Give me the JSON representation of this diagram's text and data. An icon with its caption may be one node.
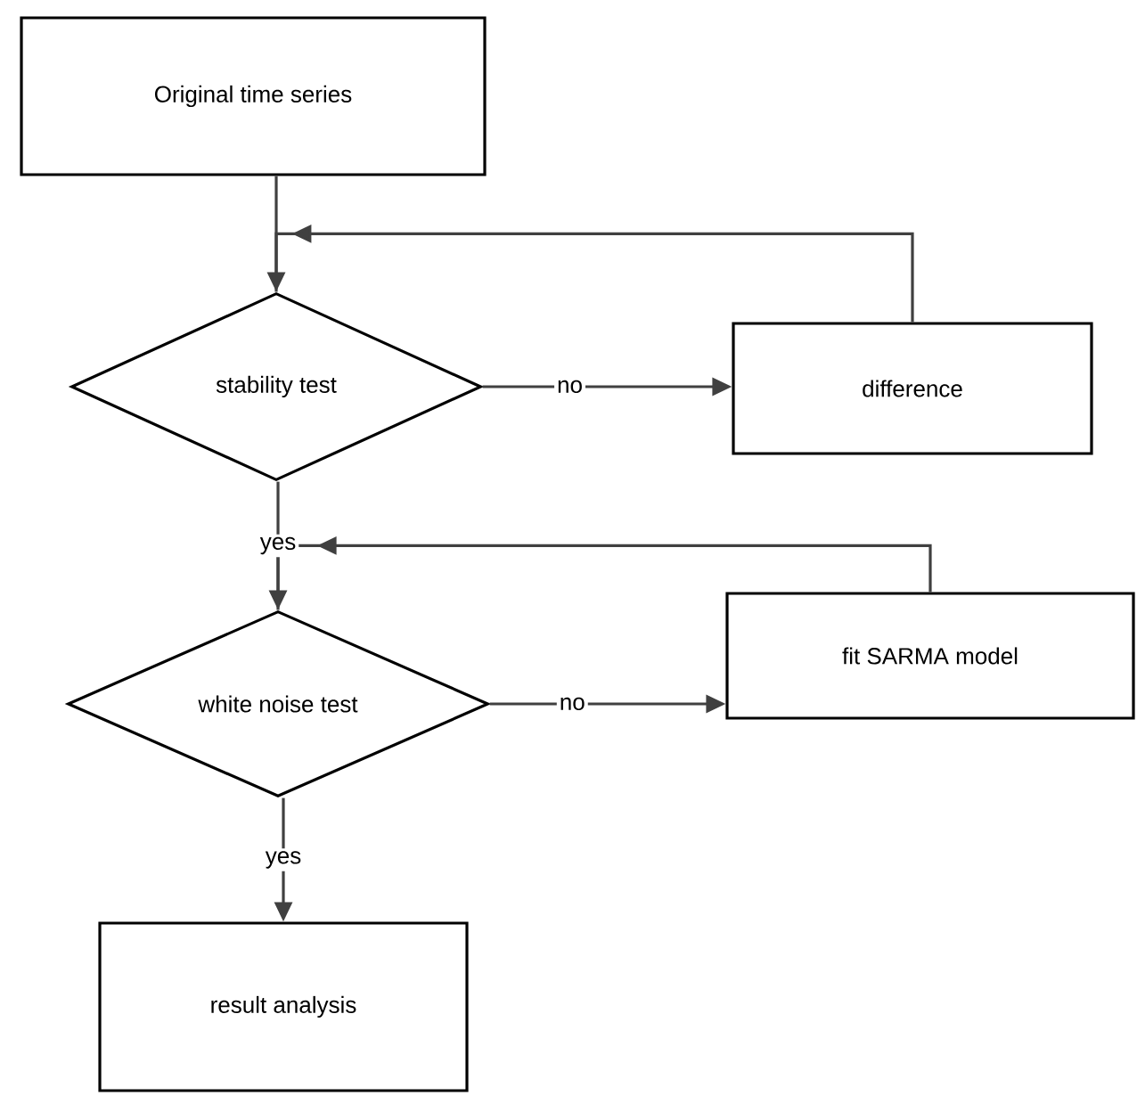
{
  "diagram": {
    "nodes": [
      {
        "text": [
          "Original time series"
        ]
      },
      {
        "text": [
          "stability test"
        ]
      },
      {
        "text": [
          "difference"
        ]
      },
      {
        "text": [
          "white noise test"
        ]
      },
      {
        "text": [
          "fit SARMA model"
        ]
      },
      {
        "text": [
          "result analysis"
        ]
      }
    ],
    "edges": [
      {
        "from": 0,
        "to": 1,
        "arrow": "to"
      },
      {
        "from": 1,
        "to": 2,
        "arrow": "to",
        "label": "no"
      },
      {
        "from": 2,
        "to": 1,
        "arrow": "to"
      },
      {
        "from": 1,
        "to": 3,
        "arrow": "to",
        "label": "yes"
      },
      {
        "from": 3,
        "to": 4,
        "arrow": "to",
        "label": "no"
      },
      {
        "from": 4,
        "to": 3,
        "arrow": "to"
      },
      {
        "from": 3,
        "to": 5,
        "arrow": "to",
        "label": "yes"
      }
    ]
  }
}
